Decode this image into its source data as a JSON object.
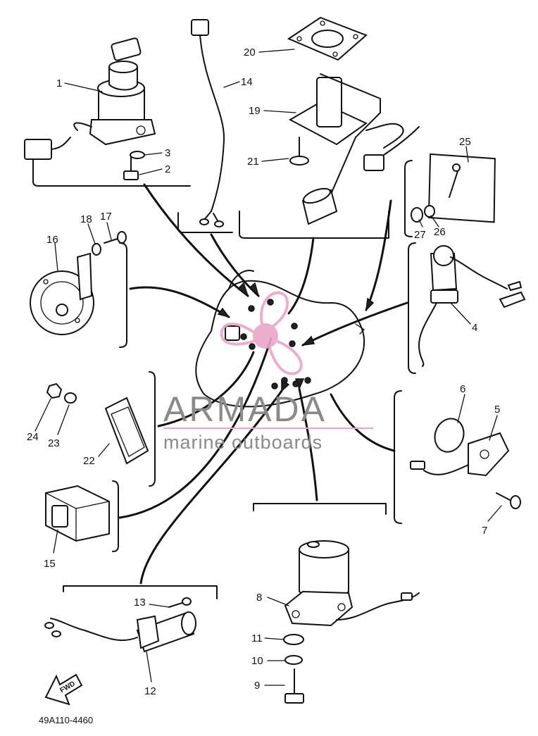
{
  "diagram": {
    "part_code": "49A110-4460",
    "fwd_label": "FWD",
    "watermark": {
      "brand": "ARMADA",
      "tagline": "marine outboards",
      "logo_color": "#e9a6c8",
      "text_color": "#8a8a8a"
    },
    "callouts": [
      "1",
      "2",
      "3",
      "4",
      "5",
      "6",
      "7",
      "8",
      "9",
      "10",
      "11",
      "12",
      "13",
      "14",
      "15",
      "16",
      "17",
      "18",
      "19",
      "20",
      "21",
      "22",
      "23",
      "24",
      "25",
      "26",
      "27"
    ]
  }
}
